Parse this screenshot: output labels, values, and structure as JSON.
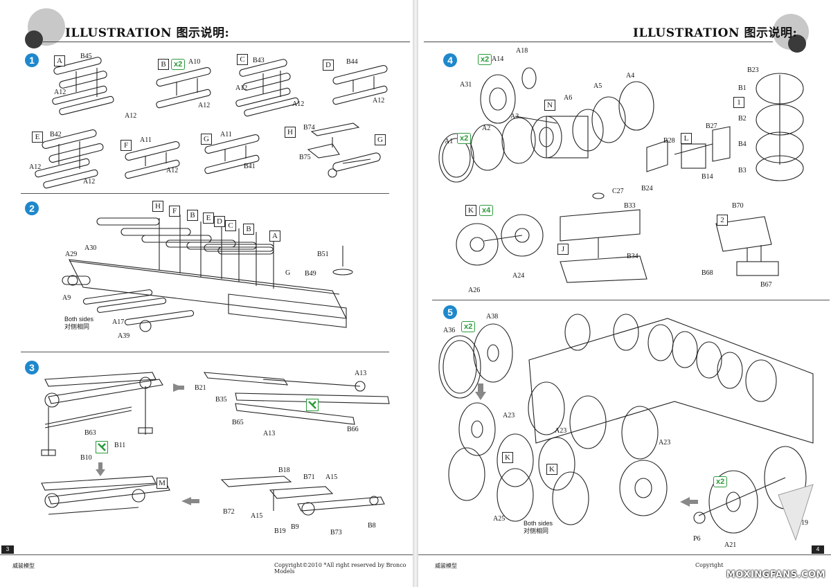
{
  "header": {
    "title": "ILLUSTRATION 图示说明:"
  },
  "footer": {
    "brand_left": "威骏模型",
    "brand_right": "威骏模型",
    "copyright": "Copyright©2010  *All right reserved by Bronco Models",
    "copyright_right": "Copyright",
    "page_left": "3",
    "page_right": "4"
  },
  "watermark": "MOXINGFANS.COM",
  "steps": [
    "1",
    "2",
    "3",
    "4",
    "5"
  ],
  "step1": {
    "boxes": [
      "A",
      "B",
      "C",
      "D",
      "E",
      "F",
      "G",
      "H",
      "G"
    ],
    "qty": "x2",
    "labels": [
      "B45",
      "A12",
      "A12",
      "A10",
      "A12",
      "B43",
      "A12",
      "A12",
      "B44",
      "A12",
      "B42",
      "A12",
      "A12",
      "A11",
      "A12",
      "A11",
      "B41",
      "B74",
      "B75"
    ]
  },
  "step2": {
    "boxes": [
      "H",
      "F",
      "B",
      "E",
      "D",
      "C",
      "B",
      "A"
    ],
    "labels": [
      "A29",
      "A30",
      "A9",
      "A17",
      "A39",
      "B51",
      "B49",
      "G"
    ],
    "note": [
      "Both sides",
      "对侧相同"
    ]
  },
  "step3": {
    "box": "M",
    "labels": [
      "B63",
      "B11",
      "B10",
      "B21",
      "B35",
      "B65",
      "A13",
      "A13",
      "B66",
      "B18",
      "B71",
      "A15",
      "B72",
      "A15",
      "B19",
      "B9",
      "B73",
      "B8"
    ]
  },
  "step4": {
    "boxes": [
      "N",
      "L",
      "1",
      "K",
      "J",
      "2"
    ],
    "qty": [
      "x2",
      "x2",
      "x4"
    ],
    "labels": [
      "A14",
      "A18",
      "A31",
      "A6",
      "A5",
      "A4",
      "A3",
      "A2",
      "A1",
      "B23",
      "B1",
      "B2",
      "B4",
      "B3",
      "B27",
      "B28",
      "B14",
      "B24",
      "C27",
      "B33",
      "B34",
      "A24",
      "A26",
      "B70",
      "B68",
      "B67"
    ]
  },
  "step5": {
    "boxes": [
      "K",
      "K"
    ],
    "qty": [
      "x2",
      "x2"
    ],
    "labels": [
      "A38",
      "A36",
      "A23",
      "A23",
      "A23",
      "A25",
      "P6",
      "A21",
      "19"
    ],
    "note": [
      "Both sides",
      "对侧相同"
    ]
  }
}
